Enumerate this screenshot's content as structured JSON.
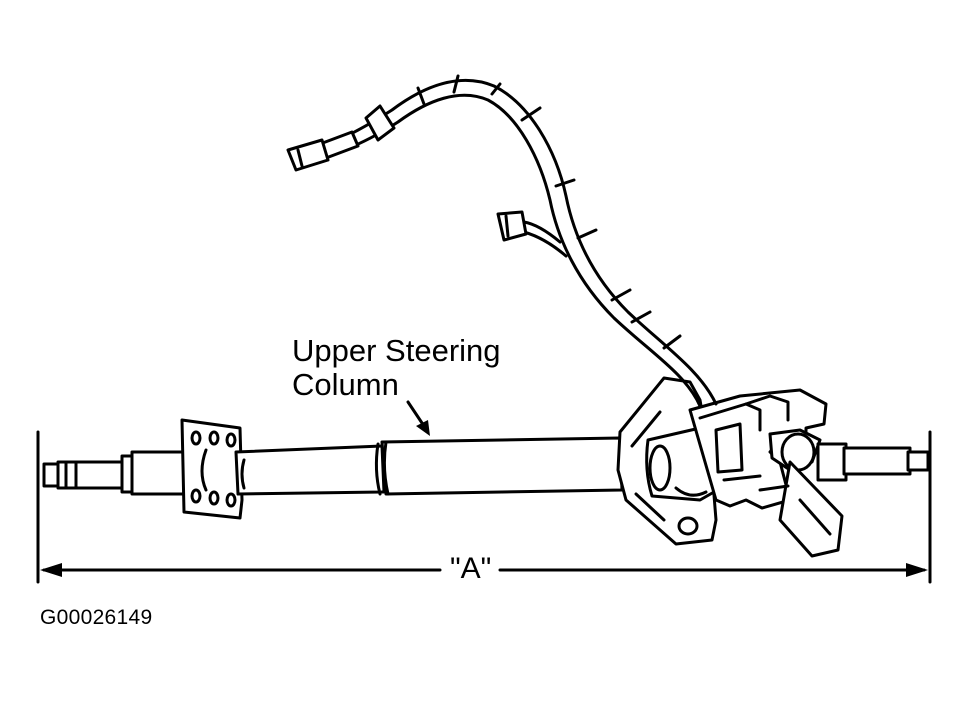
{
  "diagram": {
    "callout": {
      "line1": "Upper Steering",
      "line2": "Column"
    },
    "dimension_label": "\"A\"",
    "figure_id": "G00026149"
  }
}
